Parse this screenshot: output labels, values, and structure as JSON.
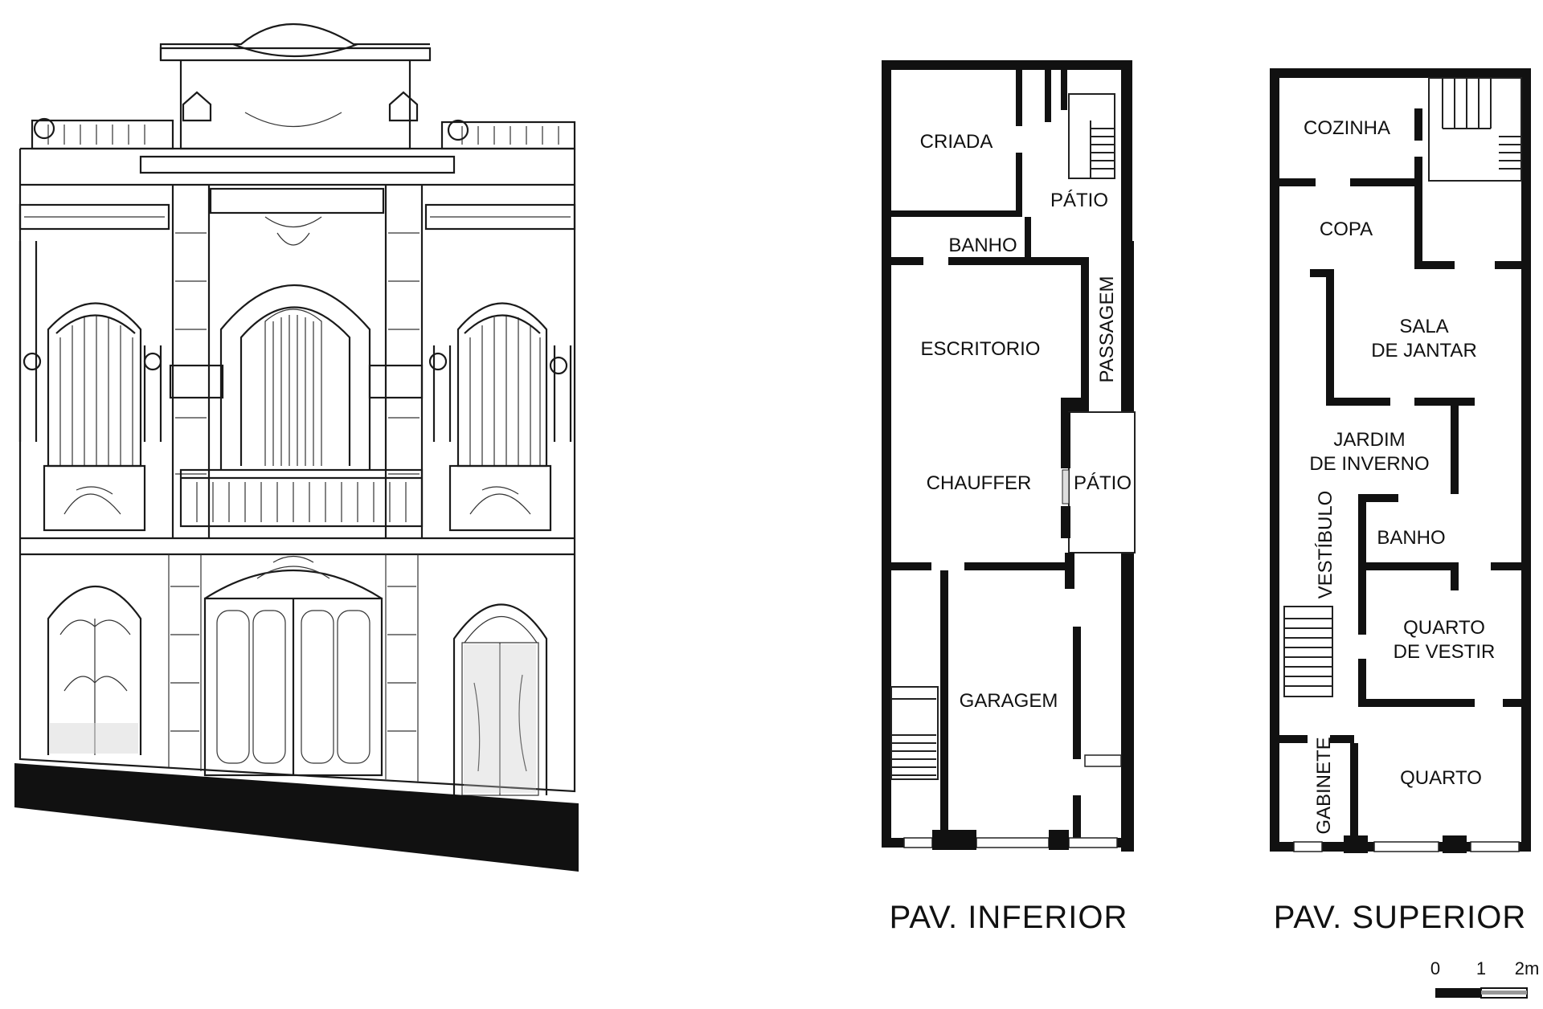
{
  "plans": {
    "lower": {
      "caption": "PAV. INFERIOR",
      "rooms": {
        "criada": "CRIADA",
        "patio_top": "PÁTIO",
        "banho": "BANHO",
        "passagem": "PASSAGEM",
        "escritorio": "ESCRITORIO",
        "chauffer": "CHAUFFER",
        "patio_mid": "PÁTIO",
        "garagem": "GARAGEM"
      }
    },
    "upper": {
      "caption": "PAV. SUPERIOR",
      "rooms": {
        "cozinha": "COZINHA",
        "copa": "COPA",
        "sala1": "SALA",
        "sala2": "DE JANTAR",
        "jardim1": "JARDIM",
        "jardim2": "DE INVERNO",
        "vestibulo": "VESTÍBULO",
        "banho": "BANHO",
        "quarto_vestir1": "QUARTO",
        "quarto_vestir2": "DE VESTIR",
        "gabinete": "GABINETE",
        "quarto": "QUARTO"
      }
    }
  },
  "scale": {
    "t0": "0",
    "t1": "1",
    "t2": "2m"
  }
}
